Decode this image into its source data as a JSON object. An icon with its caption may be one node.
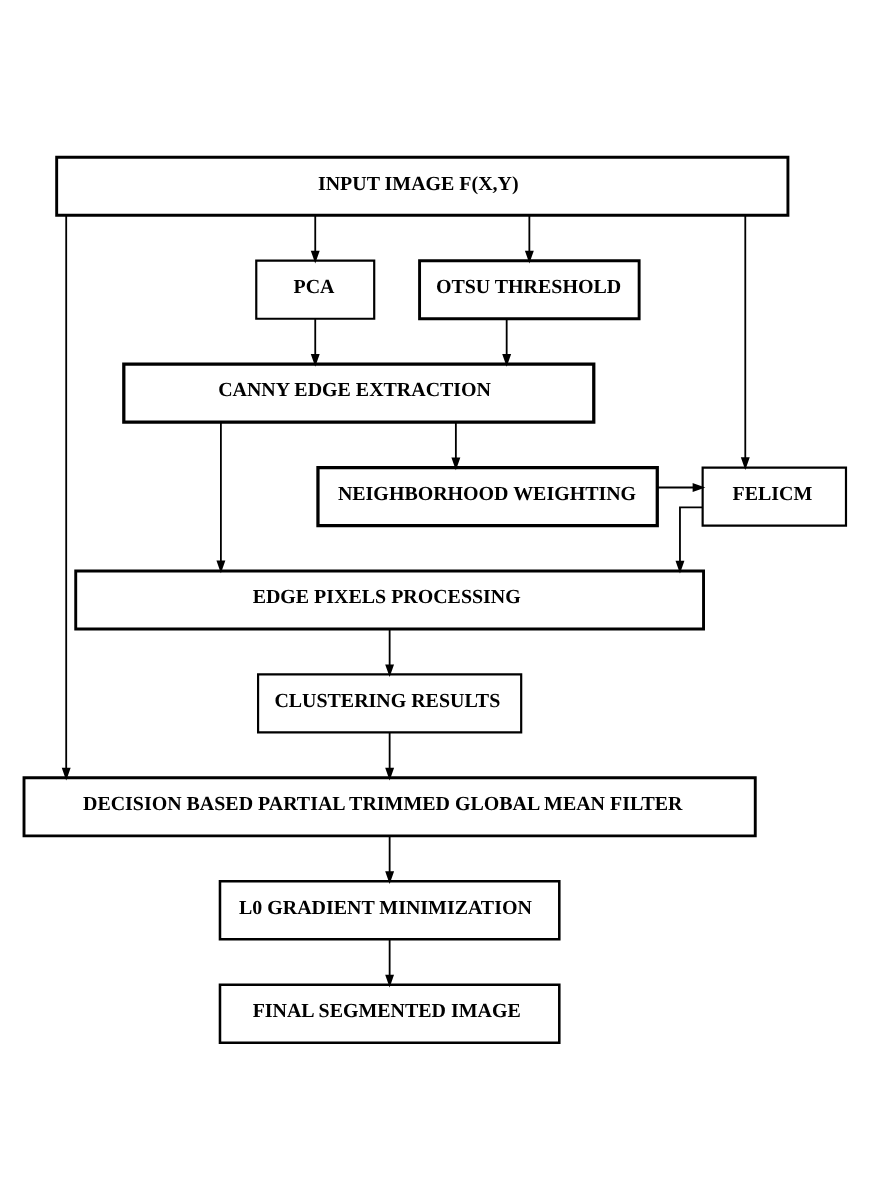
{
  "diagram": {
    "nodes": [
      {
        "text": [
          "INPUT IMAGE F(X,Y)"
        ]
      },
      {
        "text": [
          "PCA"
        ]
      },
      {
        "text": [
          "OTSU THRESHOLD"
        ]
      },
      {
        "text": [
          "CANNY EDGE EXTRACTION"
        ]
      },
      {
        "text": [
          "NEIGHBORHOOD WEIGHTING"
        ]
      },
      {
        "text": [
          "FELICM"
        ]
      },
      {
        "text": [
          "EDGE PIXELS PROCESSING"
        ]
      },
      {
        "text": [
          "CLUSTERING RESULTS"
        ]
      },
      {
        "text": [
          "DECISION BASED PARTIAL TRIMMED GLOBAL MEAN FILTER"
        ]
      },
      {
        "text": [
          "L0 GRADIENT MINIMIZATION"
        ]
      },
      {
        "text": [
          "FINAL SEGMENTED IMAGE"
        ]
      }
    ],
    "edges": [
      {
        "from": 0,
        "to": 1,
        "arrow": "to"
      },
      {
        "from": 0,
        "to": 2,
        "arrow": "to"
      },
      {
        "from": 0,
        "to": 5,
        "arrow": "to"
      },
      {
        "from": 0,
        "to": 8,
        "arrow": "to"
      },
      {
        "from": 1,
        "to": 3,
        "arrow": "to"
      },
      {
        "from": 2,
        "to": 3,
        "arrow": "to"
      },
      {
        "from": 3,
        "to": 4,
        "arrow": "to"
      },
      {
        "from": 3,
        "to": 6,
        "arrow": "to"
      },
      {
        "from": 4,
        "to": 5,
        "arrow": "to"
      },
      {
        "from": 5,
        "to": 6,
        "arrow": "to"
      },
      {
        "from": 6,
        "to": 7,
        "arrow": "to"
      },
      {
        "from": 7,
        "to": 8,
        "arrow": "to"
      },
      {
        "from": 8,
        "to": 9,
        "arrow": "to"
      },
      {
        "from": 9,
        "to": 10,
        "arrow": "to"
      }
    ]
  }
}
